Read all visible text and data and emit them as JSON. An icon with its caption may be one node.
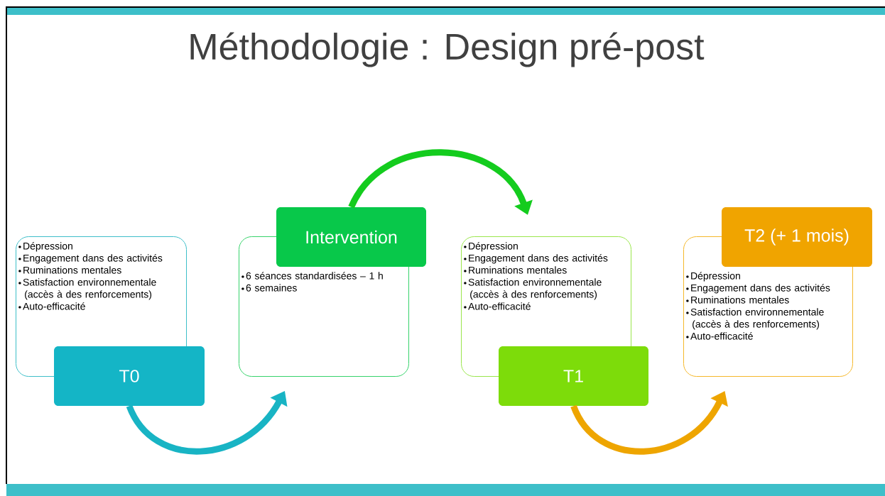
{
  "diagram": {
    "title": "Méthodologie : Design pré-post",
    "nodes": [
      {
        "text": [
          "Dépression",
          "Engagement dans des activités",
          "Ruminations mentales",
          "Satisfaction environnementale (accès à des renforcements)",
          "Auto-efficacité"
        ]
      },
      {
        "text": [
          "T0"
        ]
      },
      {
        "text": [
          "6 séances standardisées – 1 h",
          "6 semaines"
        ]
      },
      {
        "text": [
          "Intervention"
        ]
      },
      {
        "text": [
          "Dépression",
          "Engagement dans des activités",
          "Ruminations mentales",
          "Satisfaction environnementale (accès à des renforcements)",
          "Auto-efficacité"
        ]
      },
      {
        "text": [
          "T1"
        ]
      },
      {
        "text": [
          "Dépression",
          "Engagement dans des activités",
          "Ruminations mentales",
          "Satisfaction environnementale (accès à des renforcements)",
          "Auto-efficacité"
        ]
      },
      {
        "text": [
          "T2 (+ 1 mois)"
        ]
      }
    ],
    "edges": [
      {
        "from": 1,
        "to": 2,
        "arrow": "to",
        "color": "#18b4c4"
      },
      {
        "from": 3,
        "to": 4,
        "arrow": "to",
        "color": "#14cc1e"
      },
      {
        "from": 5,
        "to": 6,
        "arrow": "to",
        "color": "#eea500"
      }
    ]
  }
}
